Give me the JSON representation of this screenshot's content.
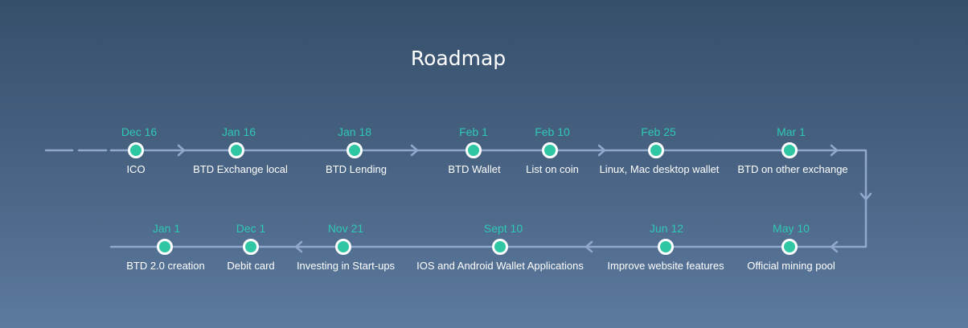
{
  "title": "Roadmap",
  "colors": {
    "accent": "#2fc8b4",
    "node_fill": "#2fc6a3",
    "line": "#8fa8cc"
  },
  "milestones": [
    {
      "date": "Dec 16",
      "label": "ICO"
    },
    {
      "date": "Jan 16",
      "label": "BTD Exchange local"
    },
    {
      "date": "Jan 18",
      "label": "BTD Lending"
    },
    {
      "date": "Feb 1",
      "label": "BTD Wallet"
    },
    {
      "date": "Feb 10",
      "label": "List on coin"
    },
    {
      "date": "Feb 25",
      "label": "Linux, Mac desktop wallet"
    },
    {
      "date": "Mar 1",
      "label": "BTD on other exchange"
    },
    {
      "date": "May 10",
      "label": "Official mining pool"
    },
    {
      "date": "Jun 12",
      "label": "Improve website features"
    },
    {
      "date": "Sept 10",
      "label": "IOS and Android Wallet Applications"
    },
    {
      "date": "Nov 21",
      "label": "Investing in Start-ups"
    },
    {
      "date": "Dec 1",
      "label": "Debit card"
    },
    {
      "date": "Jan 1",
      "label": "BTD 2.0 creation"
    }
  ]
}
